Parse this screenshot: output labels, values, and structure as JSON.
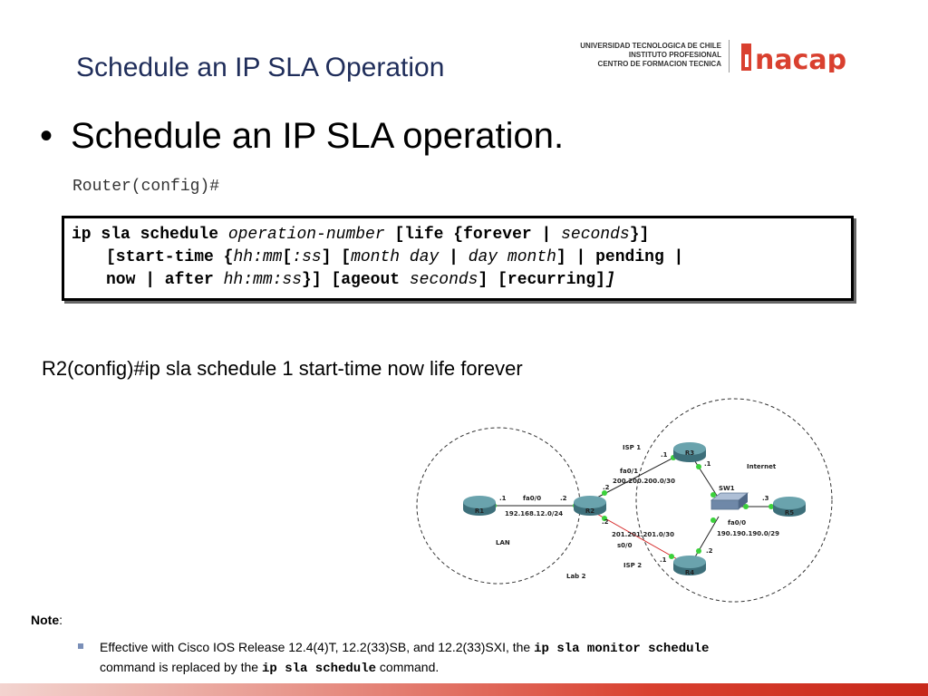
{
  "slide": {
    "title": "Schedule an IP SLA Operation"
  },
  "logo": {
    "line1": "UNIVERSIDAD TECNOLOGICA DE CHILE",
    "line2": "INSTITUTO PROFESIONAL",
    "line3": "CENTRO DE FORMACION TECNICA",
    "brand": "nacap",
    "brand_color": "#d9402f"
  },
  "bullet": {
    "symbol": "•",
    "text": "Schedule an IP SLA operation."
  },
  "prompt": "Router(config)#",
  "syntax": {
    "l1_cmd": "ip sla schedule ",
    "l1_arg": "operation-number",
    "l1_opt": " [life {forever | ",
    "l1_arg2": "seconds",
    "l1_end": "}]",
    "l2_a": "[start-time {",
    "l2_hhmm": "hh:mm",
    "l2_b": "[",
    "l2_ss": ":ss",
    "l2_c": "] [",
    "l2_monthday": "month day",
    "l2_d": " | ",
    "l2_daymonth": "day month",
    "l2_e": "] | pending |",
    "l3_a": "now | after ",
    "l3_hhmmss": "hh:mm:ss",
    "l3_b": "}] [ageout ",
    "l3_seconds": "seconds",
    "l3_c": "] [recurring]",
    "l3_d": "]"
  },
  "example": "R2(config)#ip sla schedule 1 start-time now life forever",
  "diagram": {
    "lan_label": "LAN",
    "lab_label": "Lab 2",
    "internet_label": "Internet",
    "isp1_label": "ISP 1",
    "isp2_label": "ISP 2",
    "r1": "R1",
    "r2": "R2",
    "r3": "R3",
    "r4": "R4",
    "r5": "R5",
    "sw1": "SW1",
    "r1_r2_fa": "fa0/0",
    "r1_if": ".1",
    "r2_lan_if": ".2",
    "lan_net": "192.168.12.0/24",
    "r2_isp1_if": "fa0/1",
    "isp1_net": "200.200.200.0/30",
    "r2_isp1_ip": ".2",
    "r3_isp1_ip": ".1",
    "r3_sw_ip": ".1",
    "r2_isp2_ip": ".2",
    "isp2_net": "201.201.201.0/30",
    "r2_isp2_if": "s0/0",
    "r4_isp2_ip": ".1",
    "r4_sw_ip": ".2",
    "r5_ip": ".3",
    "sw_fa": "fa0/0",
    "sw_net": "190.190.190.0/29"
  },
  "note": {
    "label": "Note",
    "colon": ":",
    "text1": "Effective with Cisco IOS Release 12.4(4)T, 12.2(33)SB, and 12.2(33)SXI, the ",
    "cmd1": "ip sla monitor schedule",
    "text2": "command is replaced by the ",
    "cmd2": "ip sla schedule",
    "text3": " command."
  }
}
